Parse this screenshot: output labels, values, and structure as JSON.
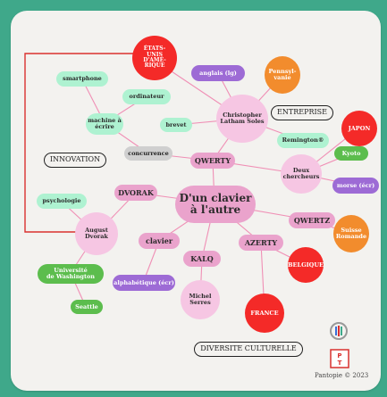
{
  "colors": {
    "background": "#3fa88a",
    "card": "#f3f2ef",
    "link": "#f08fb5",
    "bracket": "#d9312f"
  },
  "center": "D'un clavier\nà l'autre",
  "nodes": {
    "qwerty": "QWERTY",
    "azerty": "AZERTY",
    "dvorak": "DVORAK",
    "qwertz": "QWERTZ",
    "kalq": "KALQ",
    "clavier": "clavier",
    "concurrence": "concurrence",
    "sholes": "Christopher\nLatham Soles",
    "deux_chercheurs": "Deux\nchercheurs",
    "august_dvorak": "August\nDvorak",
    "michel_serres": "Michel\nSerres",
    "etats_unis": "ÉTATS-\nUNIS\nD'AMÉ-\nRIQUE",
    "anglais": "anglais (lg)",
    "pennsylvanie": "Pennsyl-\nvanie",
    "brevet": "brevet",
    "remington": "Remington®",
    "japon": "JAPON",
    "kyoto": "Kyoto",
    "morse": "morse (écr)",
    "suisse": "Suisse\nRomande",
    "belgique": "BELGIQUE",
    "france": "FRANCE",
    "smartphone": "smartphone",
    "ordinateur": "ordinateur",
    "machine": "machine à\nécrire",
    "psychologie": "psychologie",
    "universite": "Université\nde Washington",
    "seattle": "Seattle",
    "alphabetique": "alphabétique (écr)"
  },
  "labels": {
    "entreprise": "ENTREPRISE",
    "innovation": "INNOVATION",
    "diversite": "DIVERSITE CULTURELLE"
  },
  "footer": {
    "copyright": "Pantopie © 2023"
  }
}
